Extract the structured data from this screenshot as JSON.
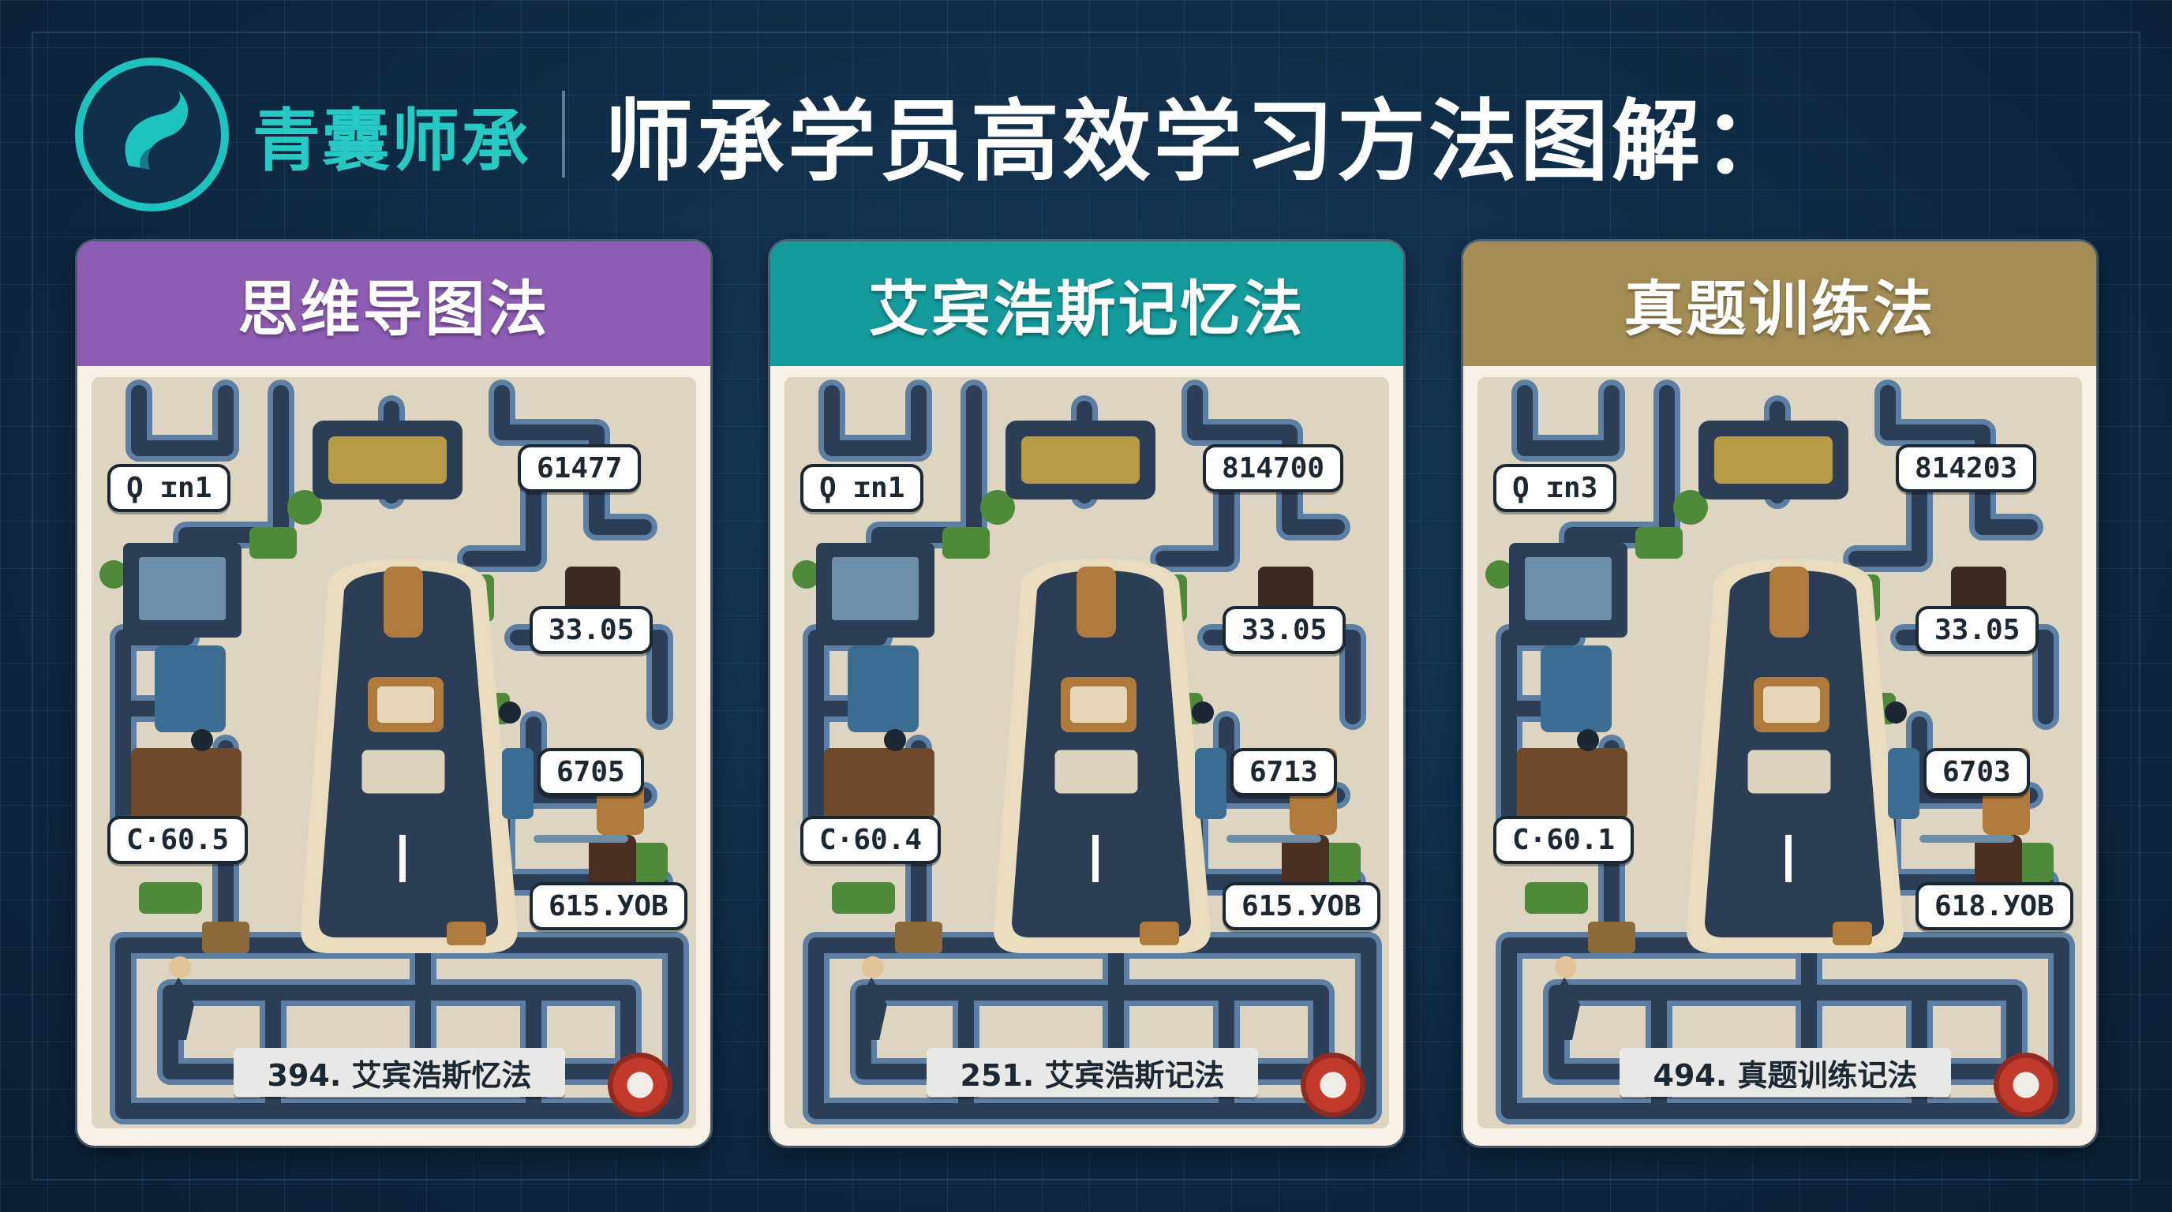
{
  "brand": {
    "name": "青囊师承"
  },
  "title": "师承学员高效学习方法图解：",
  "colors": {
    "background": "#0f2a44",
    "accent": "#27c9c4"
  },
  "cards": [
    {
      "heading": "思维导图法",
      "heading_color": "#8e5cb5",
      "callouts": [
        "Ϙ ɪn1",
        "61477",
        "33.05",
        "6705",
        "С·60.5",
        "615.УОВ"
      ],
      "caption": "394. 艾宾浩斯忆法"
    },
    {
      "heading": "艾宾浩斯记忆法",
      "heading_color": "#159a9c",
      "callouts": [
        "Ϙ ɪn1",
        "814700",
        "33.05",
        "6713",
        "С·60.4",
        "615.УОВ"
      ],
      "caption": "251. 艾宾浩斯记法"
    },
    {
      "heading": "真题训练法",
      "heading_color": "#a48d55",
      "callouts": [
        "Ϙ ɪn3",
        "814203",
        "33.05",
        "6703",
        "С·60.1",
        "618.УОВ"
      ],
      "caption": "494. 真题训练记法"
    }
  ]
}
